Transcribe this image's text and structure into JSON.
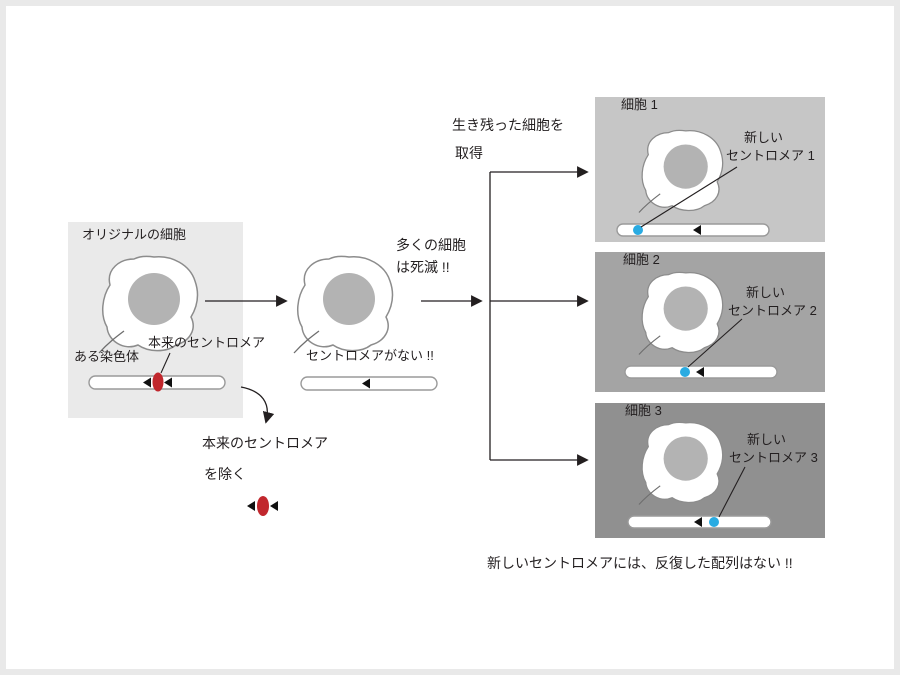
{
  "colors": {
    "background": "#ffffff",
    "original_box": "#eaeaea",
    "cell_box_1": "#c6c6c6",
    "cell_box_2": "#a4a4a4",
    "cell_box_3": "#909090",
    "nucleus": "#b3b3b3",
    "original_centromere_red": "#c1272d",
    "new_centromere_blue": "#29abe2",
    "text": "#231f20"
  },
  "original_cell": {
    "title": "オリジナルの細胞",
    "chromosome_label": "ある染色体",
    "centromere_label": "本来のセントロメア"
  },
  "flow": {
    "no_centromere": "セントロメアがない !!",
    "remove_centromere_line1": "本来のセントロメア",
    "remove_centromere_line2": "を除く",
    "many_cells_line1": "多くの細胞",
    "many_cells_line2": "は死滅 !!",
    "survivors_line1": "生き残った細胞を",
    "survivors_line2": "取得"
  },
  "result_cells": [
    {
      "title": "細胞 1",
      "label_line1": "新しい",
      "label_line2": "セントロメア 1"
    },
    {
      "title": "細胞 2",
      "label_line1": "新しい",
      "label_line2": "セントロメア 2"
    },
    {
      "title": "細胞 3",
      "label_line1": "新しい",
      "label_line2": "セントロメア 3"
    }
  ],
  "footnote": "新しいセントロメアには、反復した配列はない !!"
}
